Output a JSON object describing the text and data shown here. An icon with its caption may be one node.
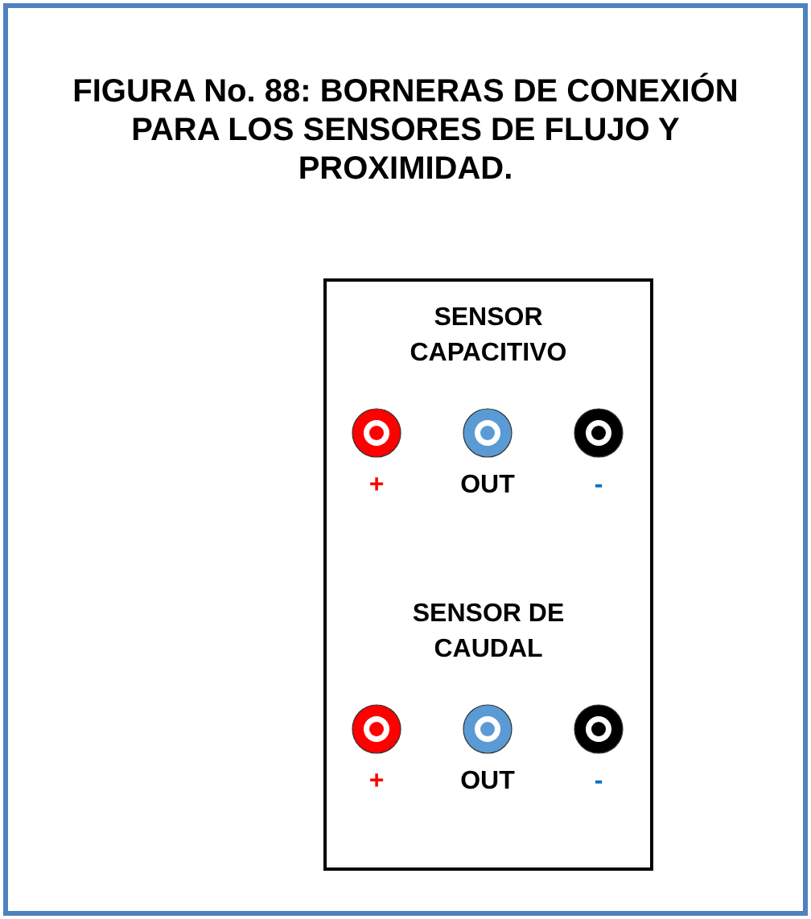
{
  "diagram": {
    "title": "FIGURA No. 88: BORNERAS DE CONEXIÓN PARA LOS SENSORES DE FLUJO Y PROXIMIDAD.",
    "nodes": [
      {
        "text": [
          "SENSOR CAPACITIVO"
        ]
      },
      {
        "text": [],
        "shape": "circle",
        "in": 0,
        "beside": [
          "+"
        ]
      },
      {
        "text": [],
        "shape": "circle",
        "in": 0,
        "beside": [
          "OUT"
        ]
      },
      {
        "text": [],
        "shape": "circle",
        "in": 0,
        "beside": [
          "-"
        ]
      },
      {
        "text": [
          "SENSOR DE CAUDAL"
        ]
      },
      {
        "text": [],
        "shape": "circle",
        "in": 4,
        "beside": [
          "+"
        ]
      },
      {
        "text": [],
        "shape": "circle",
        "in": 4,
        "beside": [
          "OUT"
        ]
      },
      {
        "text": [],
        "shape": "circle",
        "in": 4,
        "beside": [
          "-"
        ]
      }
    ],
    "edges": []
  }
}
